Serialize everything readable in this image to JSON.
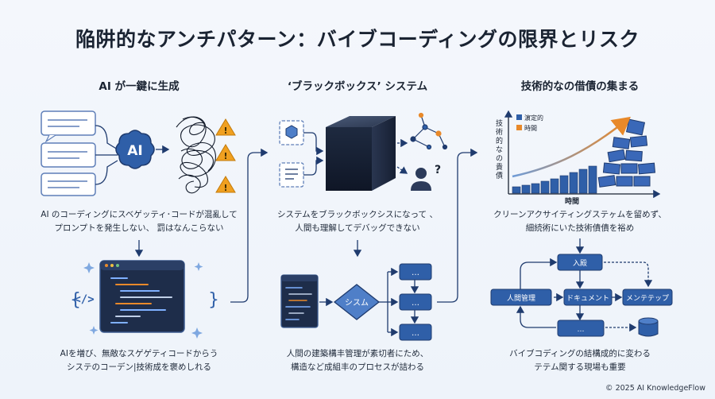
{
  "title": "陥阱的なアンチパターン：バイブコーディングの限界とリスク",
  "sections": [
    {
      "heading": "AI が一鍵に生成",
      "badge": "AI",
      "caption1": [
        "AI のコーディングにスベゲッティ･コードが混亂して",
        "プロンプトを発生しない、 罰はなんこらない"
      ],
      "code_icon": "</>",
      "caption2": [
        "AIを増び、無敵なスゲゲティコードからう",
        "システのコーデン|技術成を褒めしれる"
      ]
    },
    {
      "heading": "‘ブラックボックス’ システム",
      "caption1": [
        "システムをブラックボックシスになって 、",
        "人間も理解してデバッグできない"
      ],
      "diamond_label": "シスム",
      "dots": "…",
      "caption2": [
        "人間の建築構丰管理が素切者にため、",
        "構造など成組丰のプロセスが詰わる"
      ]
    },
    {
      "heading": "技術的なの借債の集まる",
      "legend": [
        "濵定的",
        "時間"
      ],
      "y_axis_label": "技術的なの貴債",
      "x_axis_label": "時間",
      "caption1": [
        "クリーンアクサイティングステヶムを留めず、",
        "細続術にいた技術債債を裕め"
      ],
      "flow": {
        "top": "入殿",
        "left": "人間管理",
        "mid": "ドキュメント",
        "right": "メンテテップ",
        "bottom": "…"
      },
      "caption2": [
        "バイブコディングの結構成的に変わる",
        "テテム関する現場も重要"
      ]
    }
  ],
  "footer": "© 2025 AI KnowledgeFlow",
  "colors": {
    "navy": "#1f3b6e",
    "blue": "#2f5fa8",
    "orange": "#e8892a",
    "warn": "#f0a020"
  }
}
